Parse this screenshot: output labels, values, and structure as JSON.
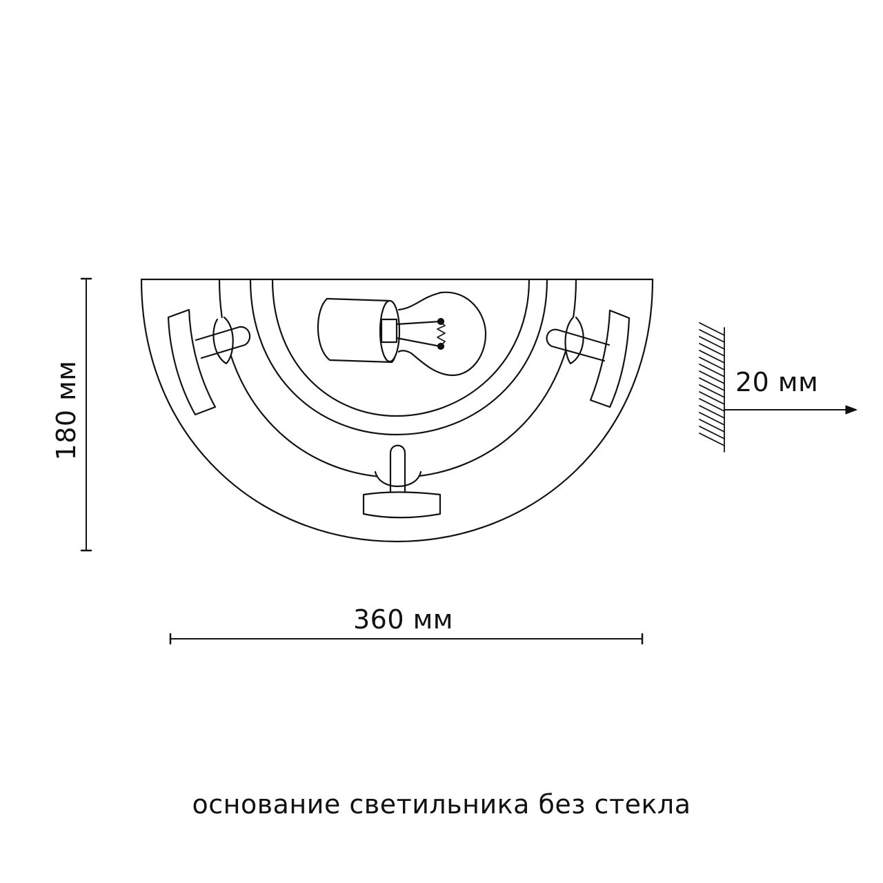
{
  "dimensions": {
    "height_label": "180 мм",
    "width_label": "360 мм",
    "wall_offset_label": "20 мм"
  },
  "caption": "основание светильника без стекла",
  "drawing": {
    "subject": "half-round wall lamp base with bulb and three glass holders",
    "line_color": "#111111",
    "background": "#ffffff"
  }
}
